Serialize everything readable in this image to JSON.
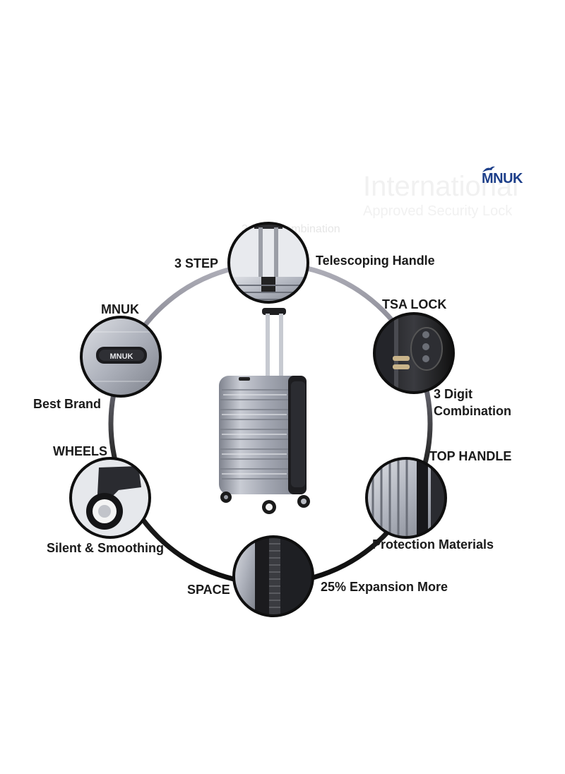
{
  "brand": {
    "name": "MNUK",
    "color": "#1d3f8a"
  },
  "ghost_text": {
    "line1": "International",
    "line2": "Approved Security Lock",
    "line3": "3 Digit Combination"
  },
  "features": {
    "handle": {
      "top_label": "3 STEP",
      "side_label": "Telescoping Handle"
    },
    "brand": {
      "top_label": "MNUK",
      "bottom_label": "Best Brand"
    },
    "lock": {
      "top_label": "TSA LOCK",
      "bottom_label_line1": "3 Digit",
      "bottom_label_line2": "Combination"
    },
    "wheels": {
      "top_label": "WHEELS",
      "bottom_label": "Silent & Smoothing"
    },
    "top_handle": {
      "top_label": "TOP HANDLE",
      "bottom_label": "Protection Materials"
    },
    "space": {
      "side_label": "SPACE",
      "right_label": "25% Expansion More"
    }
  },
  "badge_text": "MNUK",
  "colors": {
    "ring": "#111111",
    "ring_fade": "#8a8a96",
    "suitcase": "#a9adb8",
    "text": "#1a1a1a"
  }
}
